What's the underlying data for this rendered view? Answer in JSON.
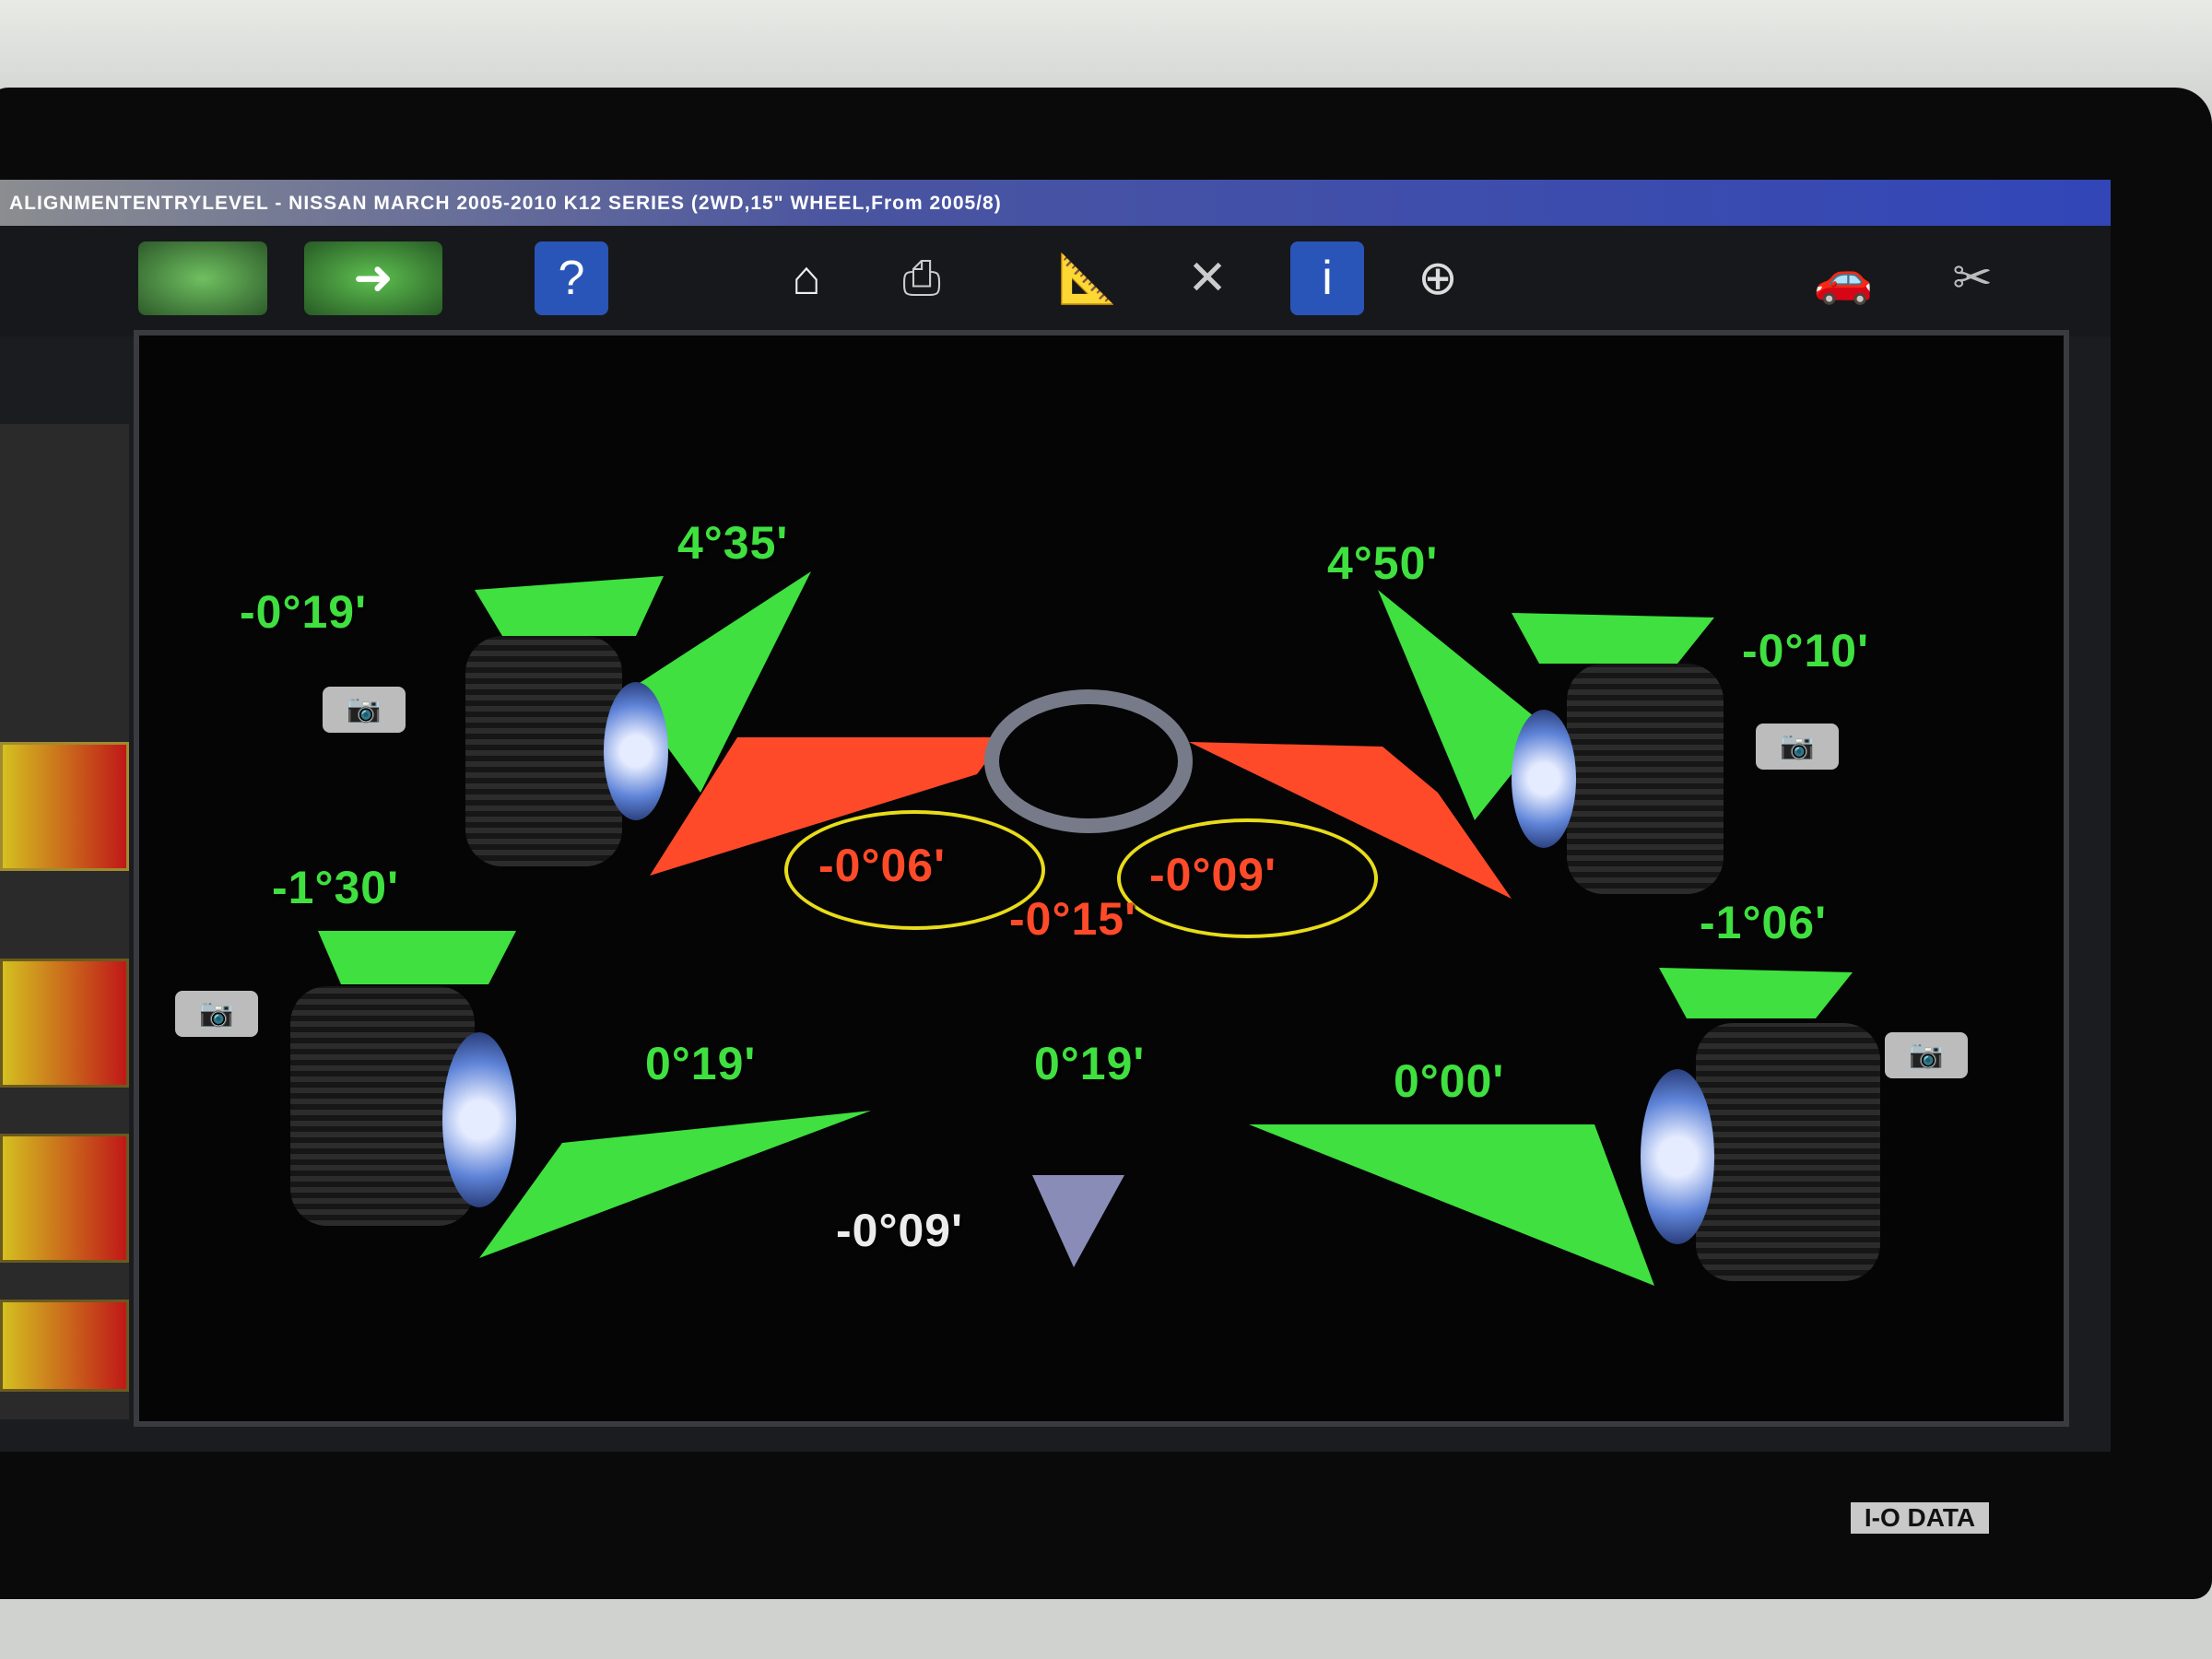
{
  "window": {
    "title": "ALIGNMENTENTRYLEVEL - NISSAN MARCH 2005-2010 K12 SERIES (2WD,15\" WHEEL,From 2005/8)"
  },
  "toolbar": {
    "icons": [
      "back-arrow-icon",
      "forward-arrow-icon",
      "help-icon",
      "home-icon",
      "printer-icon",
      "measure-tools-icon",
      "wrench-settings-icon",
      "info-icon",
      "zoom-icon",
      "vehicle-customer-icon",
      "adjust-tools-icon"
    ]
  },
  "front": {
    "left": {
      "camber": "-0°19'",
      "caster": "4°35'",
      "toe": "-0°06'"
    },
    "right": {
      "camber": "-0°10'",
      "caster": "4°50'",
      "toe": "-0°09'"
    },
    "total_toe": "-0°15'"
  },
  "rear": {
    "left": {
      "camber": "-1°30'",
      "toe": "0°19'"
    },
    "right": {
      "camber": "-1°06'",
      "toe": "0°00'"
    },
    "total_toe": "0°19'",
    "thrust_angle": "-0°09'"
  },
  "monitor": {
    "brand": "I-O DATA"
  },
  "colors": {
    "in_spec": "#3fe03f",
    "out_of_spec": "#ff4a2a",
    "highlight": "#e8dc1a"
  }
}
